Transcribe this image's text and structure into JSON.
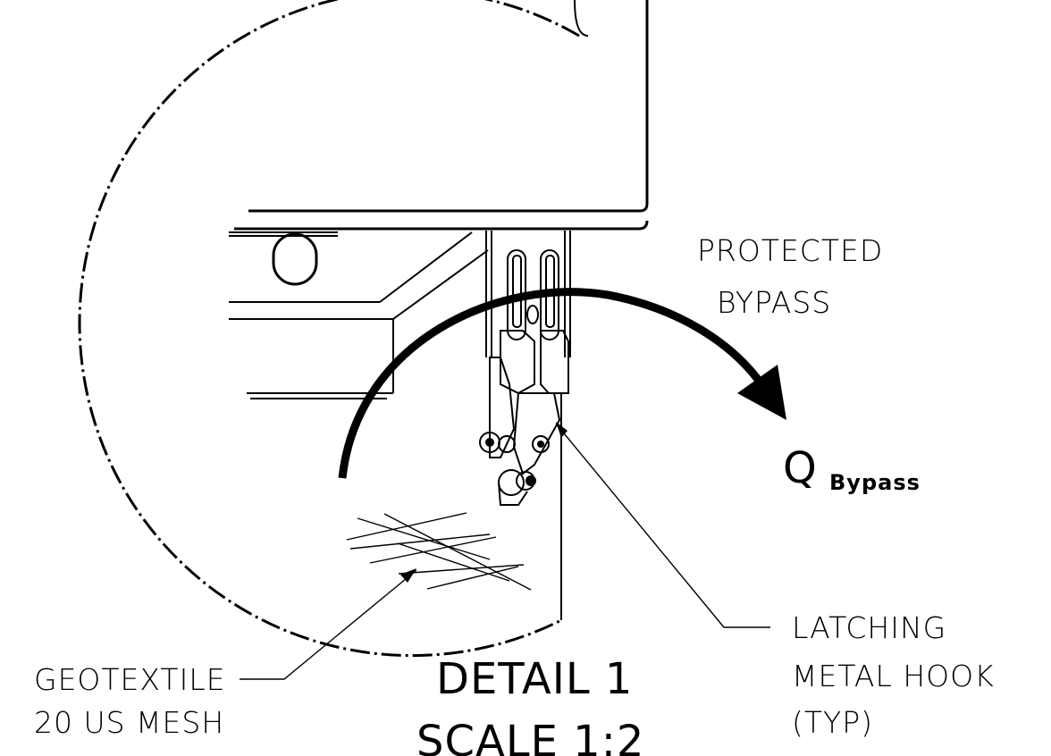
{
  "labels": {
    "protected_line1": "PROTECTED",
    "protected_line2": "BYPASS",
    "q_main": "Q",
    "q_sub": "Bypass",
    "latching_line1": "LATCHING",
    "latching_line2": "METAL HOOK",
    "latching_line3": "(TYP)",
    "geotextile_line1": "GEOTEXTILE",
    "geotextile_line2": "20 US MESH",
    "detail_title": "DETAIL 1",
    "detail_scale": "SCALE 1:2"
  },
  "colors": {
    "ink": "#000000",
    "paper": "#ffffff"
  }
}
